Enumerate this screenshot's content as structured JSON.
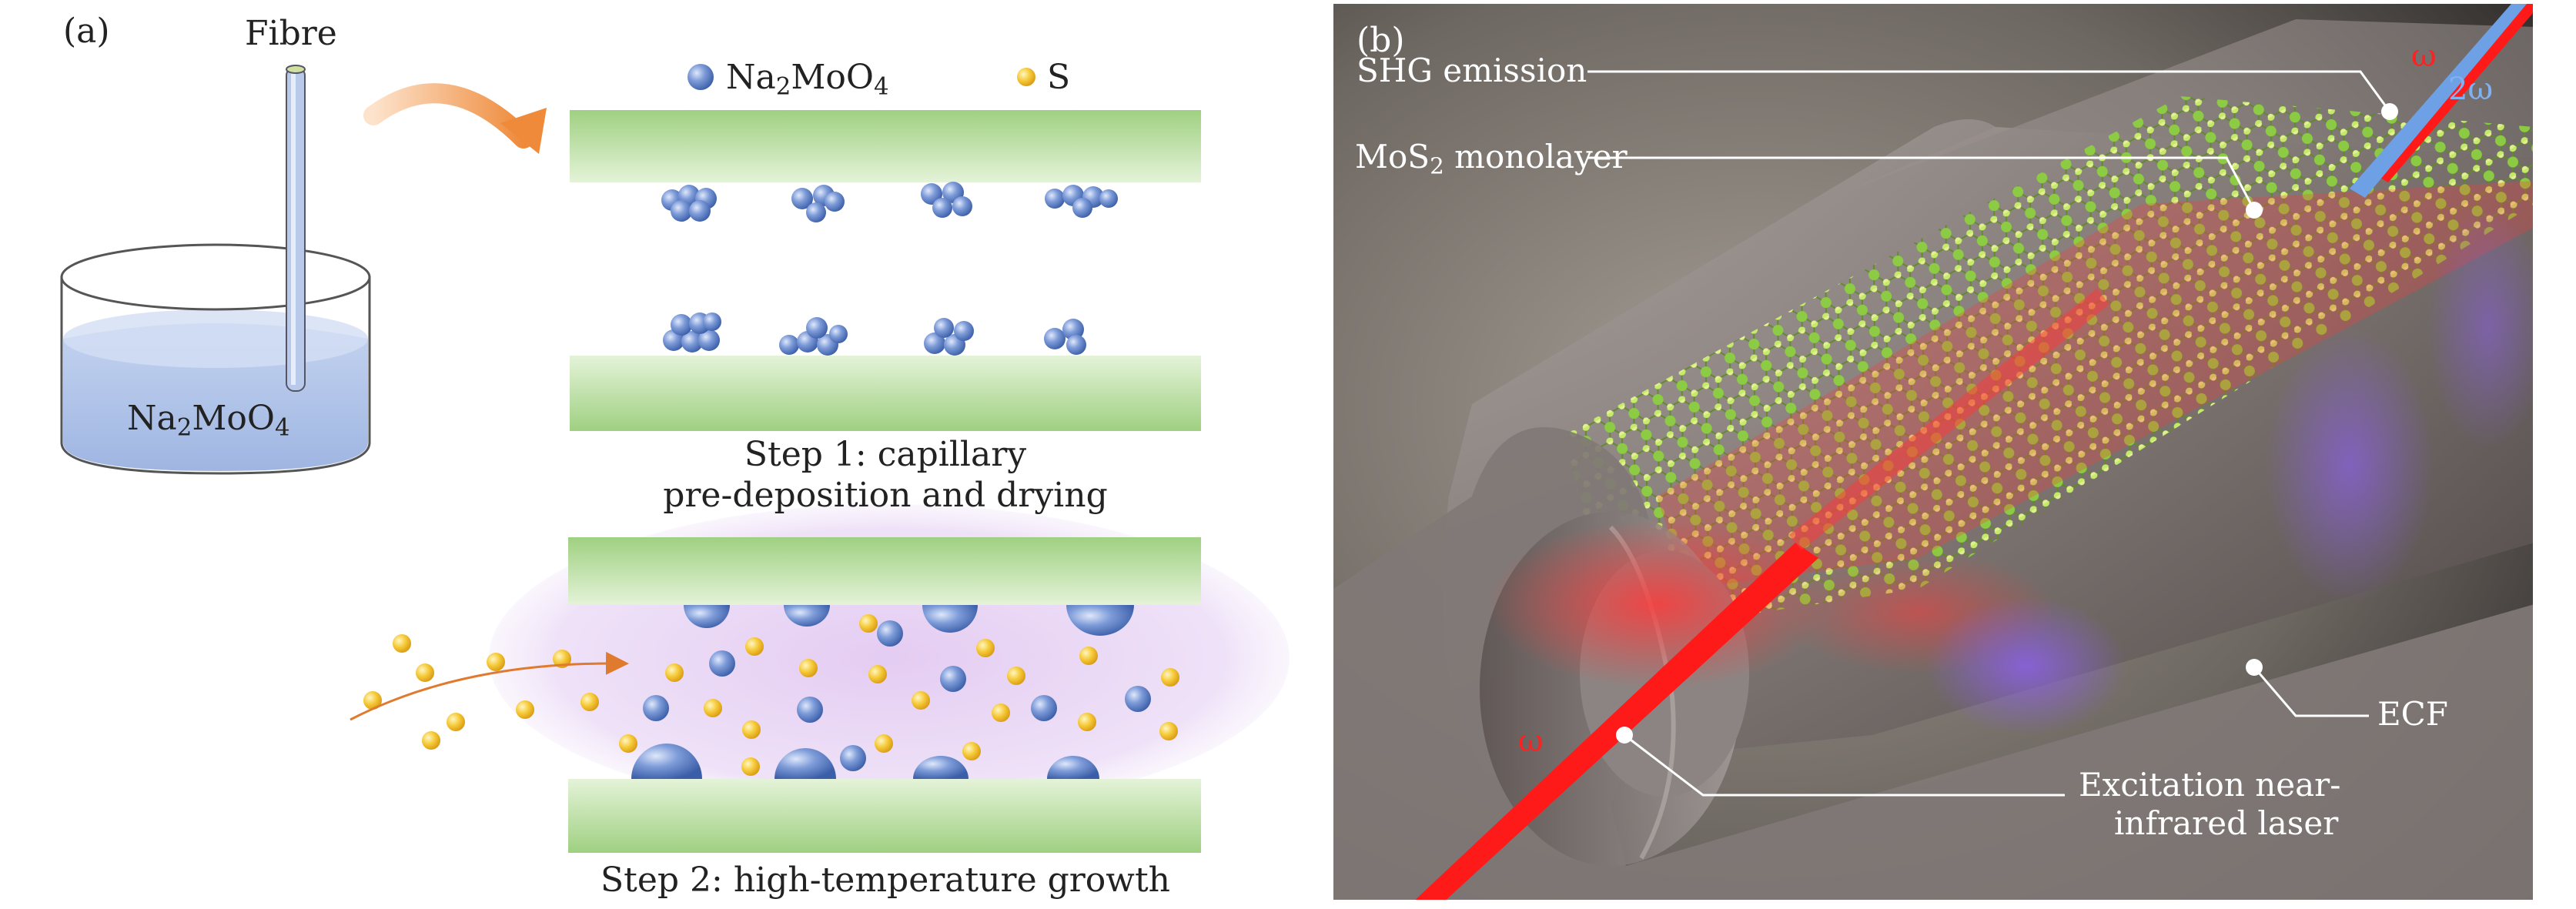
{
  "panel_a": {
    "label": "(a)",
    "fibre_label": "Fibre",
    "beaker_label": "Na<sub>2</sub>MoO<sub>4</sub>",
    "legend": {
      "na_label": "Na<sub>2</sub>MoO<sub>4</sub>",
      "s_label": "S"
    },
    "step1_line1": "Step 1: capillary",
    "step1_line2": "pre-deposition and drying",
    "step2": "Step 2: high-temperature growth",
    "colors": {
      "liquid": "#a9bfe6",
      "plate": "#a8d78c",
      "na_particle": "#6f8fd0",
      "s_particle": "#f4c53a",
      "arrow": "#ee8a3a",
      "glow": "#e7d4f3"
    }
  },
  "panel_b": {
    "label": "(b)",
    "shg_label": "SHG emission",
    "mos2_label": "MoS<sub>2</sub> monolayer",
    "ecf_label": "ECF",
    "laser_line1": "Excitation near-",
    "laser_line2": "infrared laser",
    "omega_in": "ω",
    "omega_out": "ω",
    "two_omega": "2ω",
    "colors": {
      "background": "#5b5550",
      "fibre": "#8c8380",
      "laser": "#ff2020",
      "shg": "#6ea0e6",
      "mos2_s": "#b8e860",
      "mos2_mo": "#88cc44"
    }
  }
}
